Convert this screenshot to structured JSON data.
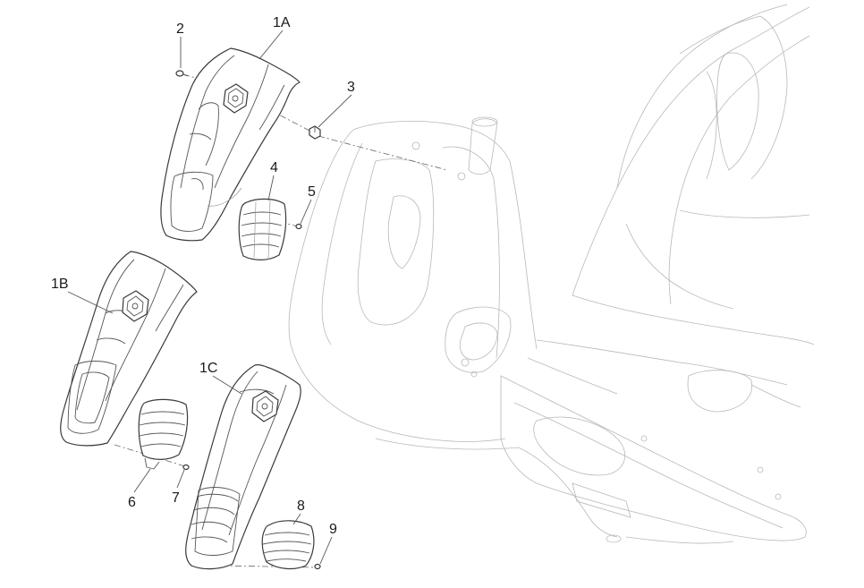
{
  "labels": {
    "l2": "2",
    "l1a": "1A",
    "l3": "3",
    "l4": "4",
    "l5": "5",
    "l1b": "1B",
    "l1c": "1C",
    "l6": "6",
    "l7": "7",
    "l8": "8",
    "l9": "9"
  }
}
